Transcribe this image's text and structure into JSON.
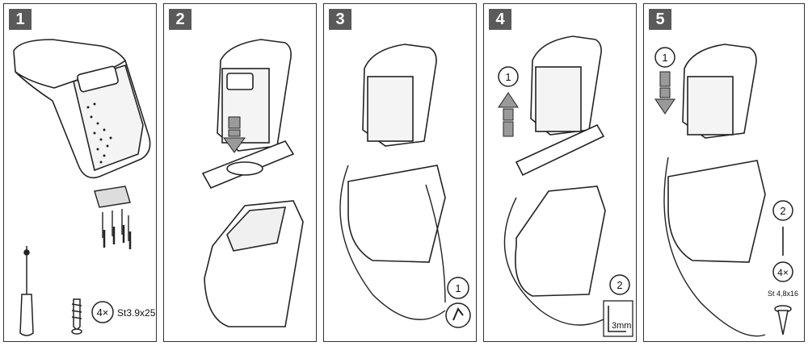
{
  "steps": [
    {
      "number": "1"
    },
    {
      "number": "2"
    },
    {
      "number": "3"
    },
    {
      "number": "4"
    },
    {
      "number": "5"
    }
  ],
  "panel1": {
    "quantity": "4×",
    "screw_spec": "St3.9x25"
  },
  "panel3": {
    "callout_1": "1"
  },
  "panel4": {
    "callout_1": "1",
    "callout_2": "2",
    "gap_label": "3mm"
  },
  "panel5": {
    "callout_1": "1",
    "callout_2": "2",
    "quantity": "4×",
    "screw_spec": "St 4,8x16"
  },
  "colors": {
    "badge": "#5a5a5a",
    "line": "#222222",
    "arrow_fill": "#9a9a9a"
  }
}
